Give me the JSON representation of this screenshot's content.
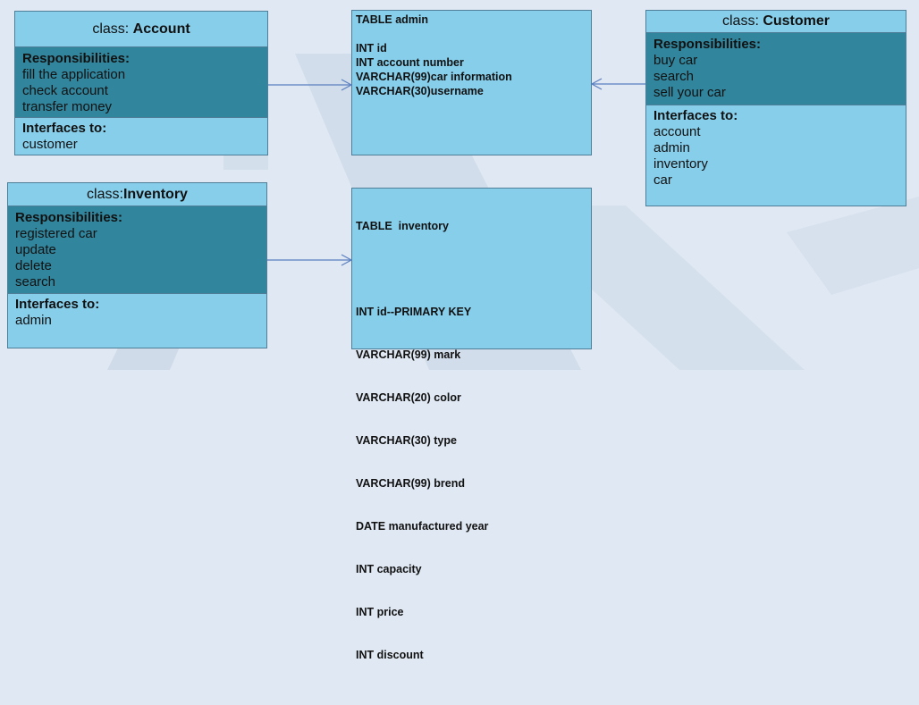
{
  "account": {
    "title_prefix": "class: ",
    "title_name": "Account",
    "responsibilities_label": "Responsibilities:",
    "responsibilities": [
      "fill the application",
      "check account",
      "transfer money"
    ],
    "interfaces_label": "Interfaces to:",
    "interfaces": [
      "customer"
    ]
  },
  "inventory": {
    "title_prefix": "class:",
    "title_name": "Inventory",
    "responsibilities_label": "Responsibilities:",
    "responsibilities": [
      "registered car",
      "update",
      "delete",
      "search"
    ],
    "interfaces_label": "Interfaces to:",
    "interfaces": [
      "admin"
    ]
  },
  "customer": {
    "title_prefix": "class: ",
    "title_name": "Customer",
    "responsibilities_label": "Responsibilities:",
    "responsibilities": [
      "buy car",
      "search",
      "sell your car"
    ],
    "interfaces_label": "Interfaces to:",
    "interfaces": [
      "account",
      "admin",
      "inventory",
      "car"
    ]
  },
  "table_admin": {
    "name": "TABLE admin",
    "fields": [
      "INT id",
      "INT account number",
      "VARCHAR(99)car information",
      "VARCHAR(30)username"
    ]
  },
  "table_inventory": {
    "name": "TABLE  inventory",
    "fields": [
      "INT id--PRIMARY KEY",
      "VARCHAR(99) mark",
      "VARCHAR(20) color",
      "VARCHAR(30) type",
      "VARCHAR(99) brend",
      "DATE manufactured year",
      "INT capacity",
      "INT price",
      "INT discount"
    ]
  },
  "colors": {
    "box_fill": "#87ceeb",
    "section_fill": "#31859c",
    "connector": "#5b7fc0",
    "background": "#dfe8f3"
  }
}
